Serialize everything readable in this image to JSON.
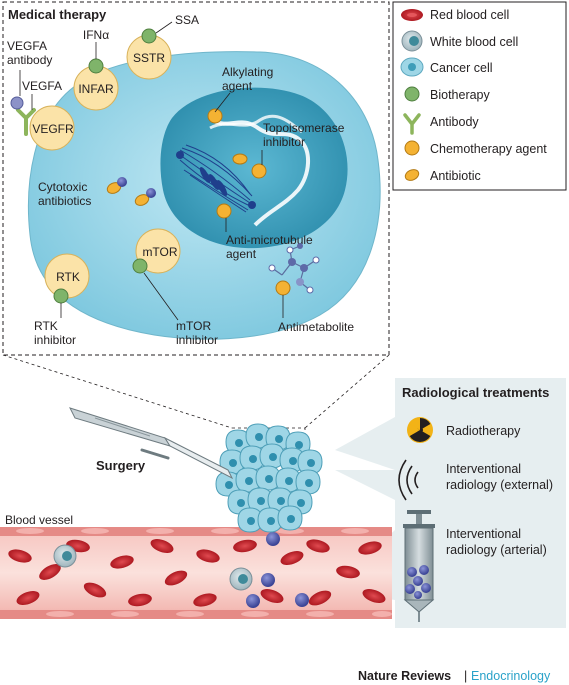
{
  "medical_therapy": {
    "title": "Medical therapy",
    "receptors": {
      "ssa": "SSA",
      "sstr": "SSTR",
      "ifn": "IFNα",
      "infar": "INFAR",
      "vegfa_antibody_1": "VEGFA",
      "vegfa_antibody_2": "antibody",
      "vegfa": "VEGFA",
      "vegfr": "VEGFR",
      "rtk": "RTK",
      "rtk_inhibitor_1": "RTK",
      "rtk_inhibitor_2": "inhibitor",
      "mtor": "mTOR",
      "mtor_inhibitor_1": "mTOR",
      "mtor_inhibitor_2": "inhibitor"
    },
    "agents": {
      "alkylating_1": "Alkylating",
      "alkylating_2": "agent",
      "topo_1": "Topoisomerase",
      "topo_2": "inhibitor",
      "cytotoxic_1": "Cytotoxic",
      "cytotoxic_2": "antibiotics",
      "antimicrotubule_1": "Anti-microtubule",
      "antimicrotubule_2": "agent",
      "antimetabolite": "Antimetabolite"
    }
  },
  "legend": {
    "items": [
      {
        "icon": "red-blood-cell-icon",
        "label": "Red blood cell"
      },
      {
        "icon": "white-blood-cell-icon",
        "label": "White blood cell"
      },
      {
        "icon": "cancer-cell-icon",
        "label": "Cancer cell"
      },
      {
        "icon": "biotherapy-icon",
        "label": "Biotherapy"
      },
      {
        "icon": "antibody-icon",
        "label": "Antibody"
      },
      {
        "icon": "chemotherapy-agent-icon",
        "label": "Chemotherapy agent"
      },
      {
        "icon": "antibiotic-icon",
        "label": "Antibiotic"
      }
    ]
  },
  "radiological": {
    "title": "Radiological treatments",
    "radiotherapy": "Radiotherapy",
    "external_1": "Interventional",
    "external_2": "radiology (external)",
    "arterial_1": "Interventional",
    "arterial_2": "radiology (arterial)"
  },
  "surgery": "Surgery",
  "blood_vessel": "Blood vessel",
  "footer": {
    "journal": "Nature Reviews",
    "separator": "|",
    "section": "Endocrinology"
  },
  "colors": {
    "cell_fill": "#8fd0e3",
    "nucleus_fill": "#3e9db9",
    "receptor_fill": "#fbe3a8",
    "biotherapy_green": "#7fb46a",
    "chemo_orange": "#f4b233",
    "red_blood_cell": "#c6282f",
    "vessel_wall": "#e07a7a",
    "radiology_panel": "#e6eef0",
    "endocrinology_blue": "#2aa2c9"
  }
}
